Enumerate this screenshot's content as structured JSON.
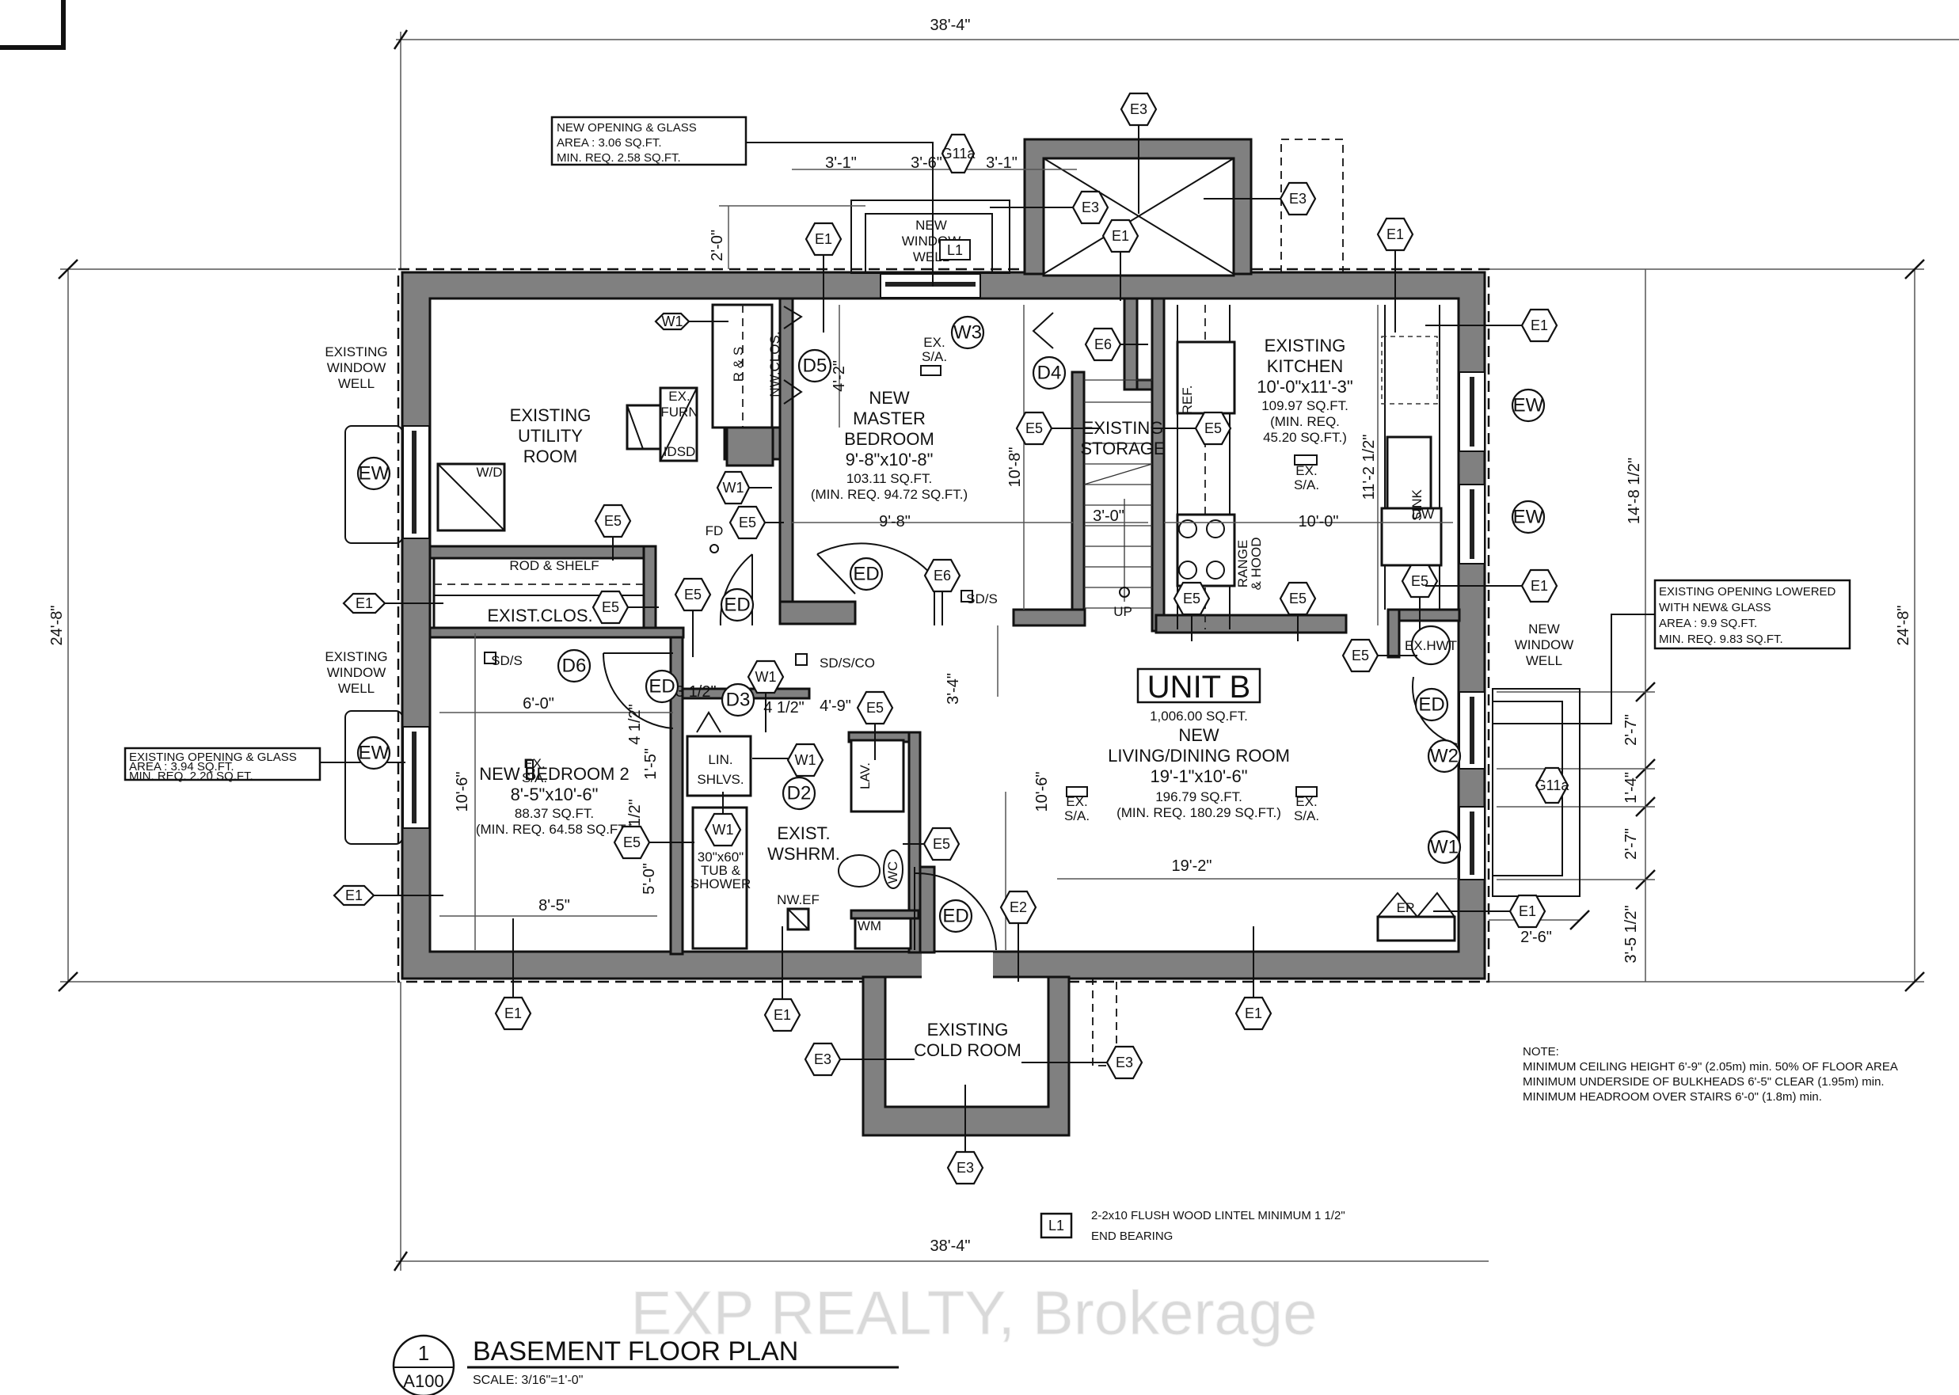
{
  "drawing": {
    "title": "BASEMENT FLOOR PLAN",
    "scale": "SCALE: 3/16\"=1'-0\"",
    "detail_number": "1",
    "sheet": "A100",
    "watermark": "EXP REALTY, Brokerage"
  },
  "overall_dimensions": {
    "top_width": "38'-4\"",
    "bottom_width": "38'-4\"",
    "left_depth": "24'-8\"",
    "right_depth": "24'-8\"",
    "right_upper": "14'-8 1/2\"",
    "right_lower": "3'-5 1/2\"",
    "right_window_1": "2'-7\"",
    "right_pier": "1'-4\"",
    "right_window_2": "2'-7\"",
    "right_offset": "2'-6\""
  },
  "top_dimensions": {
    "d1": "3'-1\"",
    "d2": "3'-6\"",
    "d3": "3'-1\"",
    "well_depth": "2'-0\""
  },
  "rooms": {
    "utility": {
      "l1": "EXISTING",
      "l2": "UTILITY",
      "l3": "ROOM"
    },
    "master": {
      "l1": "NEW",
      "l2": "MASTER",
      "l3": "BEDROOM",
      "size": "9'-8\"x10'-8\"",
      "area": "103.11 SQ.FT.",
      "min": "(MIN. REQ. 94.72 SQ.FT.)",
      "width_dim": "9'-8\"",
      "depth_dim": "10'-8\"",
      "closet_dim": "4'-2\""
    },
    "storage": {
      "l1": "EXISTING",
      "l2": "STORAGE",
      "stair_width": "3'-0\"",
      "stair_dir": "UP"
    },
    "kitchen": {
      "l1": "EXISTING",
      "l2": "KITCHEN",
      "size": "10'-0\"x11'-3\"",
      "area": "109.97 SQ.FT.",
      "min1": "(MIN. REQ.",
      "min2": "45.20 SQ.FT.)",
      "width_dim": "10'-0\"",
      "depth_dim": "11'-2 1/2\""
    },
    "bedroom2": {
      "l1": "NEW BEDROOM 2",
      "size": "8'-5\"x10'-6\"",
      "area": "88.37 SQ.FT.",
      "min": "(MIN. REQ. 64.58 SQ.FT.)",
      "width_dim": "8'-5\"",
      "depth_dim": "10'-6\"",
      "top_dim": "6'-0\""
    },
    "washroom": {
      "l1": "EXIST.",
      "l2": "WSHRM."
    },
    "living": {
      "unit": "UNIT B",
      "unit_area": "1,006.00 SQ.FT.",
      "l1": "NEW",
      "l2": "LIVING/DINING ROOM",
      "size": "19'-1\"x10'-6\"",
      "area": "196.79 SQ.FT.",
      "min": "(MIN. REQ. 180.29 SQ.FT.)",
      "width_dim": "19'-2\"",
      "depth_dim": "10'-6\""
    },
    "cold_room": {
      "l1": "EXISTING",
      "l2": "COLD ROOM"
    },
    "closet": {
      "label": "EXIST.CLOS.",
      "rod": "ROD & SHELF"
    }
  },
  "hall_dimensions": {
    "d_2_3_half": "2'-3 1/2\"",
    "d_4_half_a": "4 1/2\"",
    "d_4_9": "4'-9\"",
    "d_3_4": "3'-4\"",
    "d_4_half_b": "4 1/2\"",
    "d_1_5": "1'-5\"",
    "d_4_half_c": "4 1/2\"",
    "d_5_0": "5'-0\""
  },
  "fixtures": {
    "wd": "W/D",
    "ex_furn": "EX.",
    "ex_furn2": "FURN",
    "idsd": "IDSD",
    "rs": "R & S",
    "nw_clos": "NW.CLOS.",
    "fd": "FD",
    "ex_sa": "EX.",
    "sa": "S/A.",
    "ref": "REF.",
    "range": "RANGE",
    "hood": "& HOOD",
    "sink": "SINK",
    "dw": "DW",
    "ex_hwt": "EX.HWT",
    "sds": "SD/S",
    "sdsco": "SD/S/CO",
    "lin": "LIN.",
    "shlvs": "SHLVS.",
    "tub1": "30\"x60\"",
    "tub2": "TUB &",
    "tub3": "SHOWER",
    "lav": "LAV.",
    "wc": "WC",
    "nwef": "NW.EF",
    "wm": "WM",
    "ep": "EP"
  },
  "labels": {
    "existing_window_well_1": [
      "EXISTING",
      "WINDOW",
      "WELL"
    ],
    "existing_window_well_2": [
      "EXISTING",
      "WINDOW",
      "WELL"
    ],
    "new_window_well_top": [
      "NEW",
      "WINDOW",
      "WELL"
    ],
    "new_window_well_right": [
      "NEW",
      "WINDOW",
      "WELL"
    ]
  },
  "callouts": {
    "top": [
      "NEW OPENING &  GLASS",
      "AREA : 3.06 SQ.FT.",
      "MIN. REQ. 2.58 SQ.FT."
    ],
    "left": [
      "EXISTING OPENING &  GLASS",
      "AREA : 3.94 SQ.FT.",
      "MIN. REQ. 2.20 SQ.FT."
    ],
    "right": [
      "EXISTING OPENING LOWERED",
      "WITH NEW&  GLASS",
      "AREA : 9.9 SQ.FT.",
      "MIN. REQ. 9.83 SQ.FT."
    ]
  },
  "notes": {
    "heading": "NOTE:",
    "lines": [
      "MINIMUM CEILING HEIGHT 6'-9\"  (2.05m) min. 50% OF FLOOR AREA",
      "MINIMUM UNDERSIDE OF BULKHEADS 6'-5\" CLEAR (1.95m) min.",
      "MINIMUM HEADROOM OVER STAIRS  6'-0\" (1.8m) min."
    ]
  },
  "legend": {
    "tag": "L1",
    "line1": "2-2x10 FLUSH WOOD LINTEL MINIMUM 1 1/2\"",
    "line2": "END BEARING"
  },
  "tags": {
    "E1": "E1",
    "E2": "E2",
    "E3": "E3",
    "E5": "E5",
    "E6": "E6",
    "W1": "W1",
    "W2": "W2",
    "W3": "W3",
    "G11a": "G11a",
    "L1": "L1",
    "EW": "EW",
    "ED": "ED",
    "D2": "D2",
    "D3": "D3",
    "D4": "D4",
    "D5": "D5",
    "D6": "D6"
  }
}
